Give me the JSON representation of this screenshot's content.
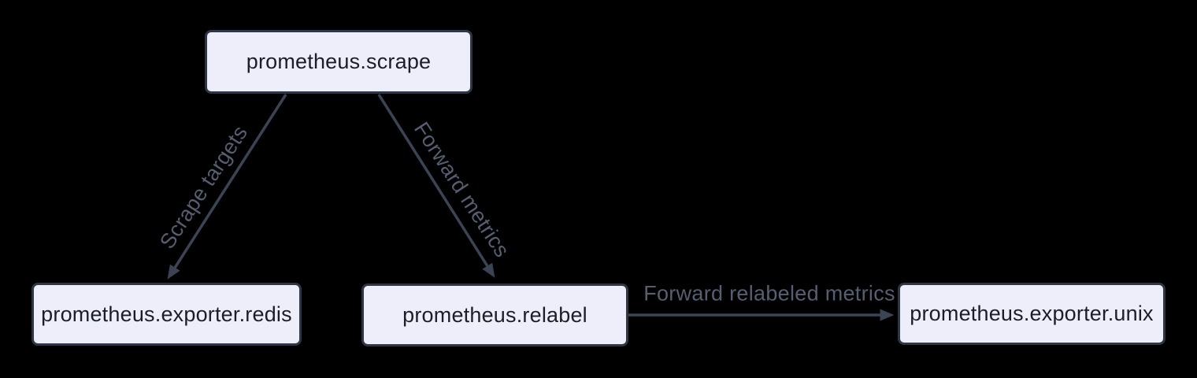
{
  "diagram": {
    "type": "flowchart",
    "nodes": [
      {
        "id": "prometheus.scrape",
        "label": "prometheus.scrape"
      },
      {
        "id": "prometheus.exporter.redis",
        "label": "prometheus.exporter.redis"
      },
      {
        "id": "prometheus.relabel",
        "label": "prometheus.relabel"
      },
      {
        "id": "prometheus.exporter.unix",
        "label": "prometheus.exporter.unix"
      }
    ],
    "edges": [
      {
        "from": "prometheus.scrape",
        "to": "prometheus.exporter.redis",
        "label": "Scrape targets"
      },
      {
        "from": "prometheus.scrape",
        "to": "prometheus.relabel",
        "label": "Forward metrics"
      },
      {
        "from": "prometheus.relabel",
        "to": "prometheus.exporter.unix",
        "label": "Forward relabeled metrics"
      }
    ],
    "colors": {
      "background": "#000000",
      "node_fill": "#EEEEFA",
      "node_border": "#2E3543",
      "node_text": "#1B1E24",
      "edge_line": "#3C4454",
      "edge_label": "#565E6F"
    }
  }
}
